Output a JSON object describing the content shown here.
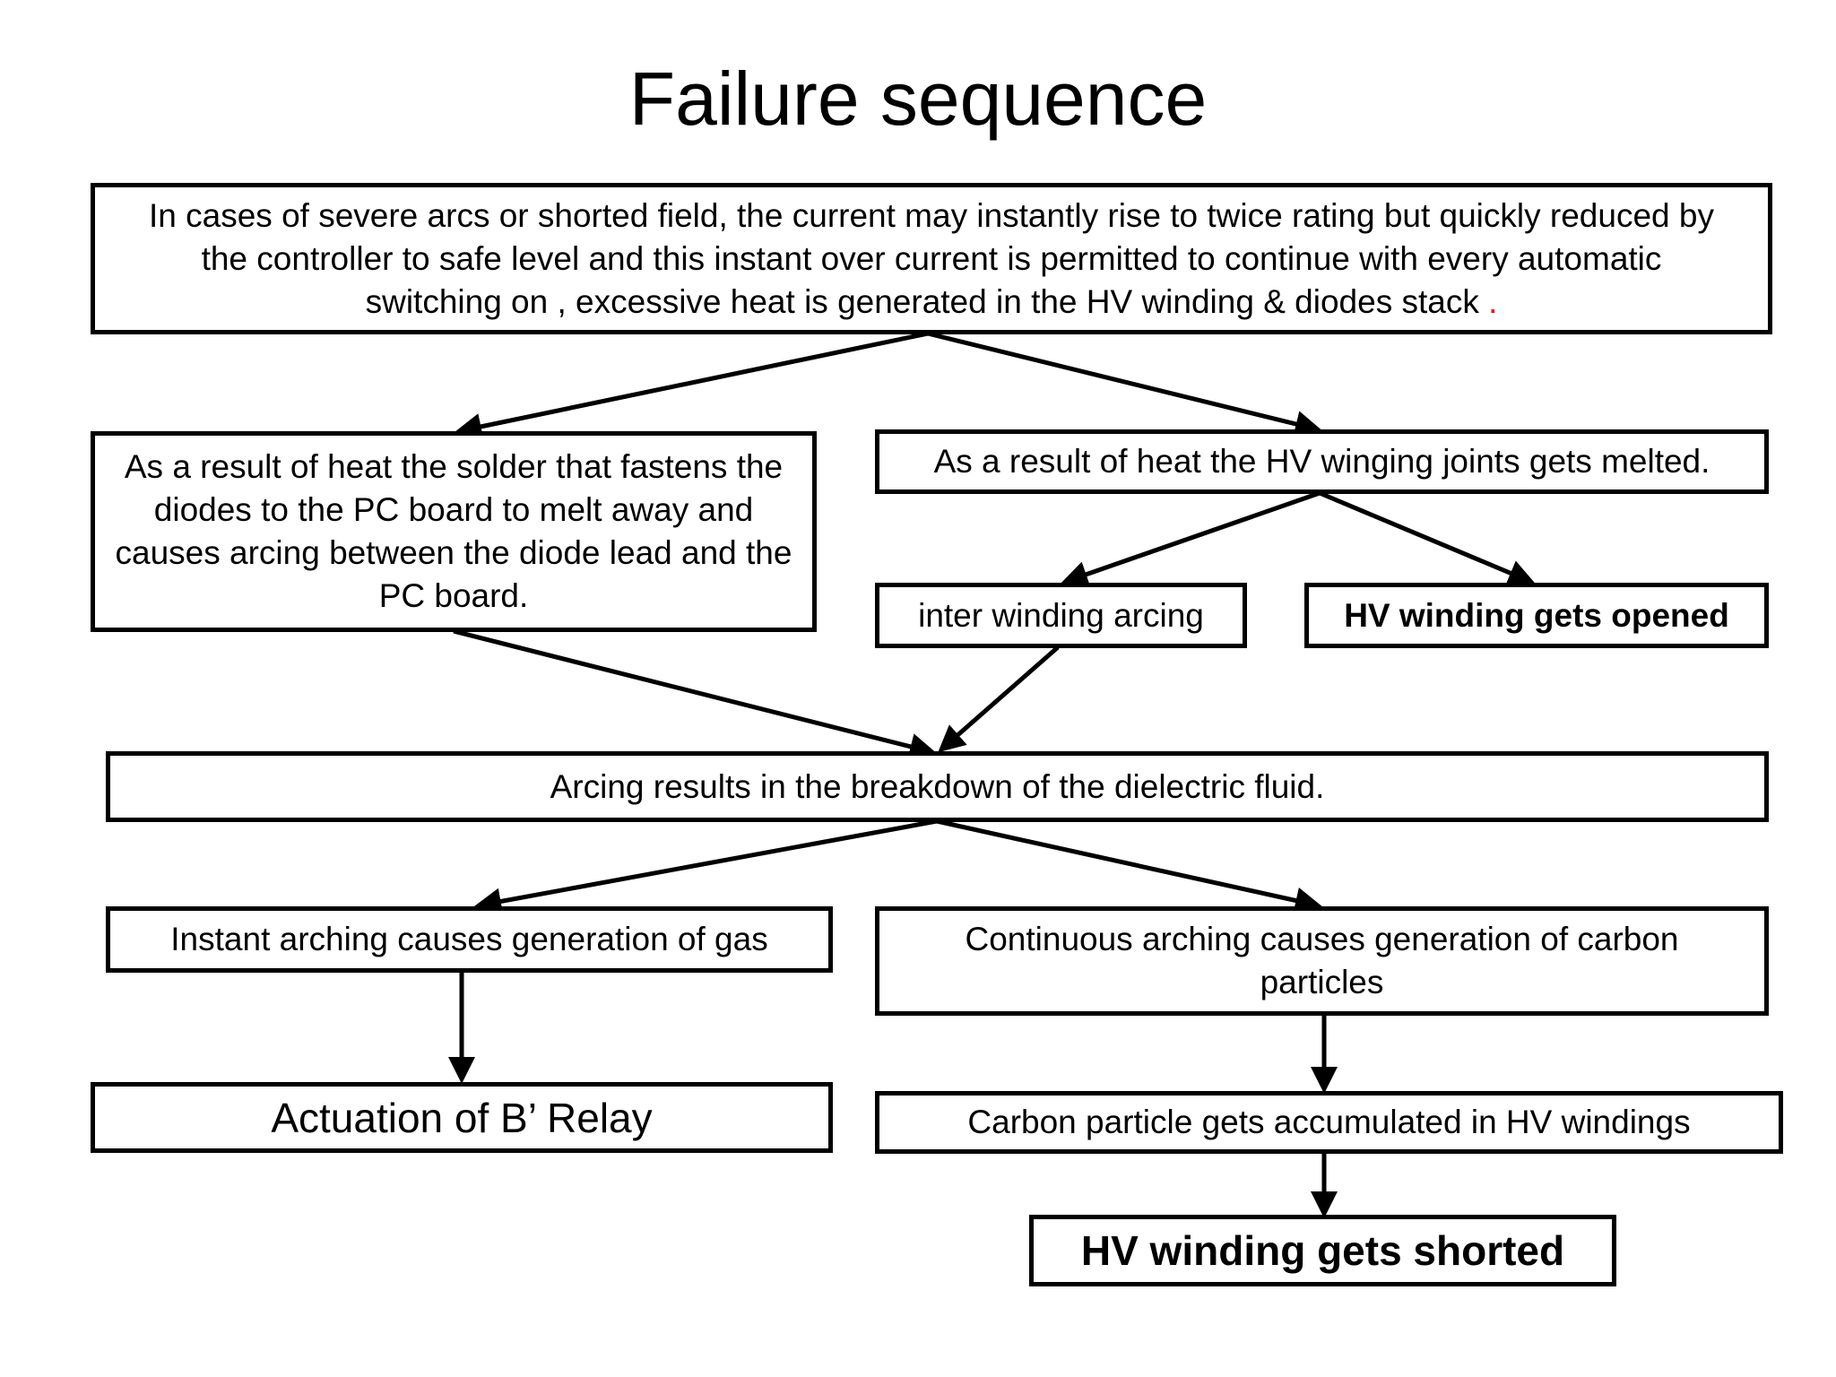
{
  "title": "Failure sequence",
  "colors": {
    "border": "#000000",
    "text": "#000000",
    "accent_dot": "#ff0000"
  },
  "nodes": {
    "top": {
      "text": "In cases of severe arcs or shorted field, the current may instantly rise to twice rating but quickly reduced by the controller to safe level and this instant over current is permitted to continue with every automatic switching on , excessive heat is generated in the HV winding &  diodes stack ",
      "dot": "."
    },
    "solder_melt": "As a result of heat the solder that fastens the diodes to the PC board to melt away and causes arcing  between the diode lead and the PC board.",
    "joints_melt": "As a result of heat the HV winging joints gets melted.",
    "inter_winding": "inter winding arcing",
    "winding_opened": "HV winding gets opened",
    "dielectric": "Arcing results in the breakdown of the dielectric fluid.",
    "gas": "Instant arching  causes generation of gas",
    "carbon": "Continuous arching  causes generation of carbon particles",
    "relay": "Actuation of B’ Relay",
    "accumulated": "Carbon particle gets accumulated in HV windings",
    "shorted": "HV winding gets shorted"
  }
}
